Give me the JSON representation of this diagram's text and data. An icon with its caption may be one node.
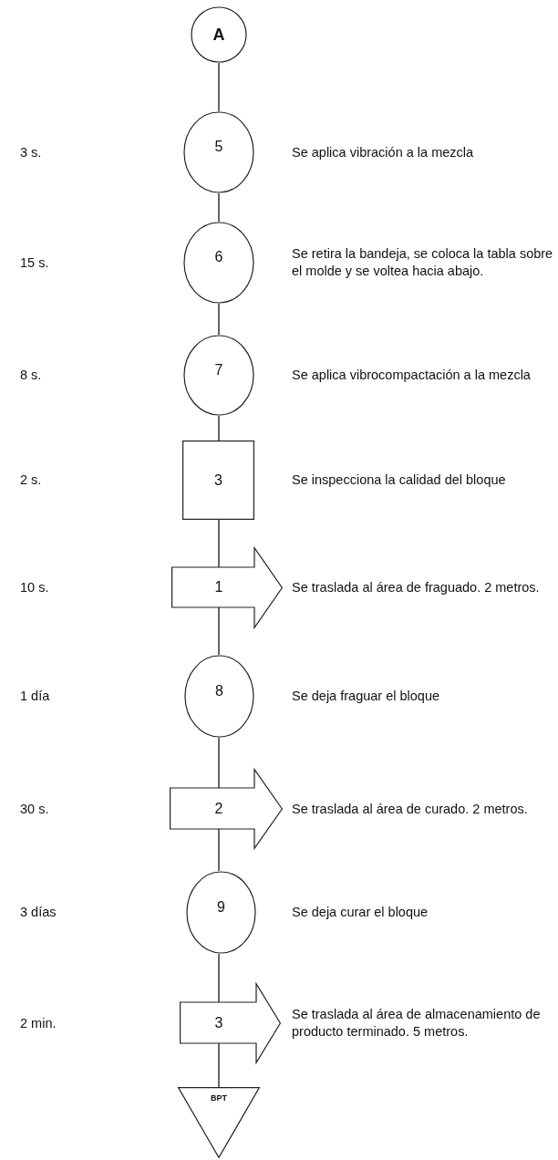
{
  "diagram": {
    "nodes": [
      {
        "text": [
          "A"
        ]
      },
      {
        "text": [
          "5"
        ],
        "beside": [
          "Se aplica vibración a la mezcla"
        ]
      },
      {
        "text": [
          "6"
        ],
        "beside": [
          "Se retira la bandeja, se coloca la tabla sobre el molde y se voltea hacia abajo."
        ]
      },
      {
        "text": [
          "7"
        ],
        "beside": [
          "Se aplica vibrocompactación a la mezcla"
        ]
      },
      {
        "text": [
          "3"
        ],
        "beside": [
          "Se inspecciona la calidad del bloque"
        ]
      },
      {
        "text": [
          "1"
        ],
        "beside": [
          "Se traslada al área de fraguado. 2 metros."
        ]
      },
      {
        "text": [
          "8"
        ],
        "beside": [
          "Se deja fraguar el bloque"
        ]
      },
      {
        "text": [
          "2"
        ],
        "beside": [
          "Se traslada al área de curado. 2 metros."
        ]
      },
      {
        "text": [
          "9"
        ],
        "beside": [
          "Se deja curar el bloque"
        ]
      },
      {
        "text": [
          "3"
        ],
        "beside": [
          "Se traslada al área de almacenamiento de producto terminado. 5 metros."
        ]
      },
      {
        "text": [
          "BPT"
        ]
      }
    ],
    "edges": [
      {
        "from": 0,
        "to": 1,
        "arrow": "none"
      },
      {
        "from": 1,
        "to": 2,
        "arrow": "none"
      },
      {
        "from": 2,
        "to": 3,
        "arrow": "none"
      },
      {
        "from": 3,
        "to": 4,
        "arrow": "none"
      },
      {
        "from": 4,
        "to": 5,
        "arrow": "none"
      },
      {
        "from": 5,
        "to": 6,
        "arrow": "none"
      },
      {
        "from": 6,
        "to": 7,
        "arrow": "none"
      },
      {
        "from": 7,
        "to": 8,
        "arrow": "none"
      },
      {
        "from": 8,
        "to": 9,
        "arrow": "none"
      },
      {
        "from": 9,
        "to": 10,
        "arrow": "none"
      }
    ],
    "labels": [
      "3 s.",
      "15 s.",
      "8 s.",
      "2 s.",
      "10 s.",
      "1 día",
      "30 s.",
      "3 días",
      "2 min."
    ]
  }
}
